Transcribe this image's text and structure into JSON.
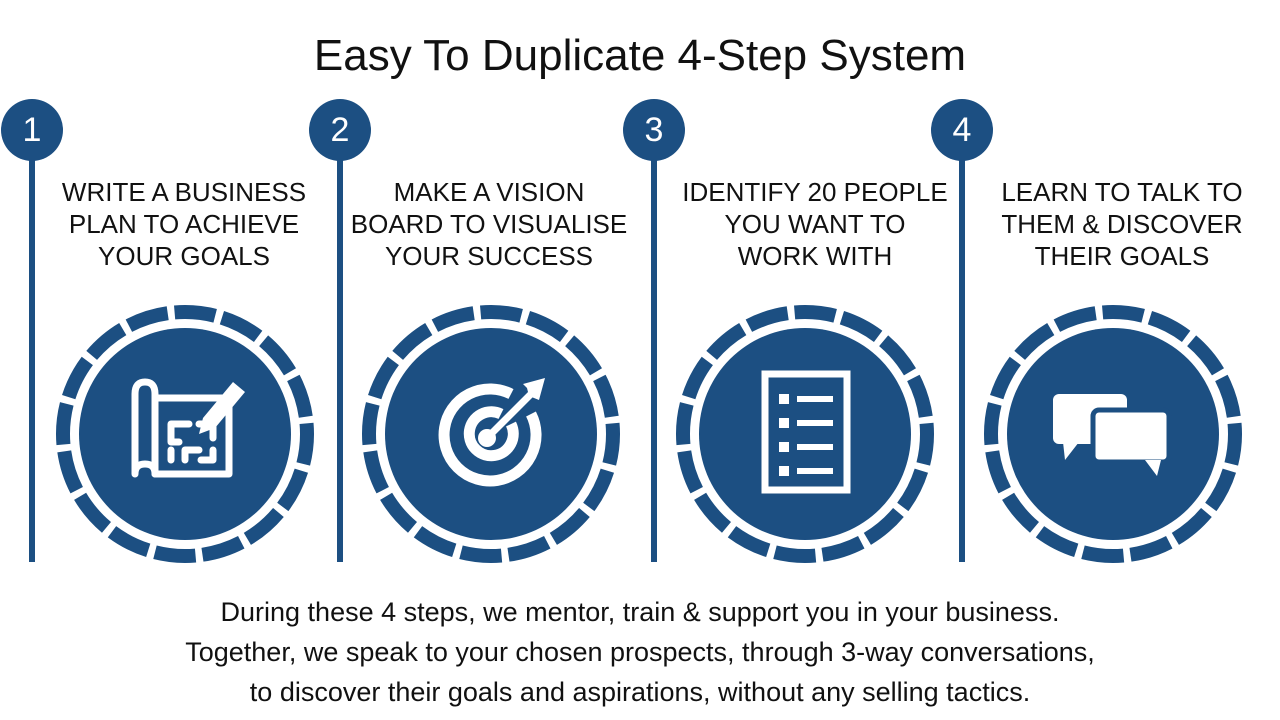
{
  "title": "Easy To Duplicate 4-Step System",
  "colors": {
    "accent": "#1c4f82",
    "text": "#111111",
    "background": "#ffffff"
  },
  "steps": [
    {
      "number": "1",
      "text": "WRITE A BUSINESS\nPLAN TO ACHIEVE\nYOUR GOALS",
      "icon": "blueprint-pencil-icon"
    },
    {
      "number": "2",
      "text": "MAKE A VISION\nBOARD TO VISUALISE\nYOUR SUCCESS",
      "icon": "target-arrow-icon"
    },
    {
      "number": "3",
      "text": "IDENTIFY 20 PEOPLE\nYOU WANT TO\nWORK WITH",
      "icon": "checklist-icon"
    },
    {
      "number": "4",
      "text": "LEARN TO TALK TO\nTHEM & DISCOVER\nTHEIR GOALS",
      "icon": "speech-bubbles-icon"
    }
  ],
  "footer": {
    "line1": "During these 4 steps, we mentor, train & support you in your business.",
    "line2": "Together, we speak to your chosen prospects, through 3-way conversations,",
    "line3": "to discover their goals and aspirations, without any selling tactics."
  }
}
